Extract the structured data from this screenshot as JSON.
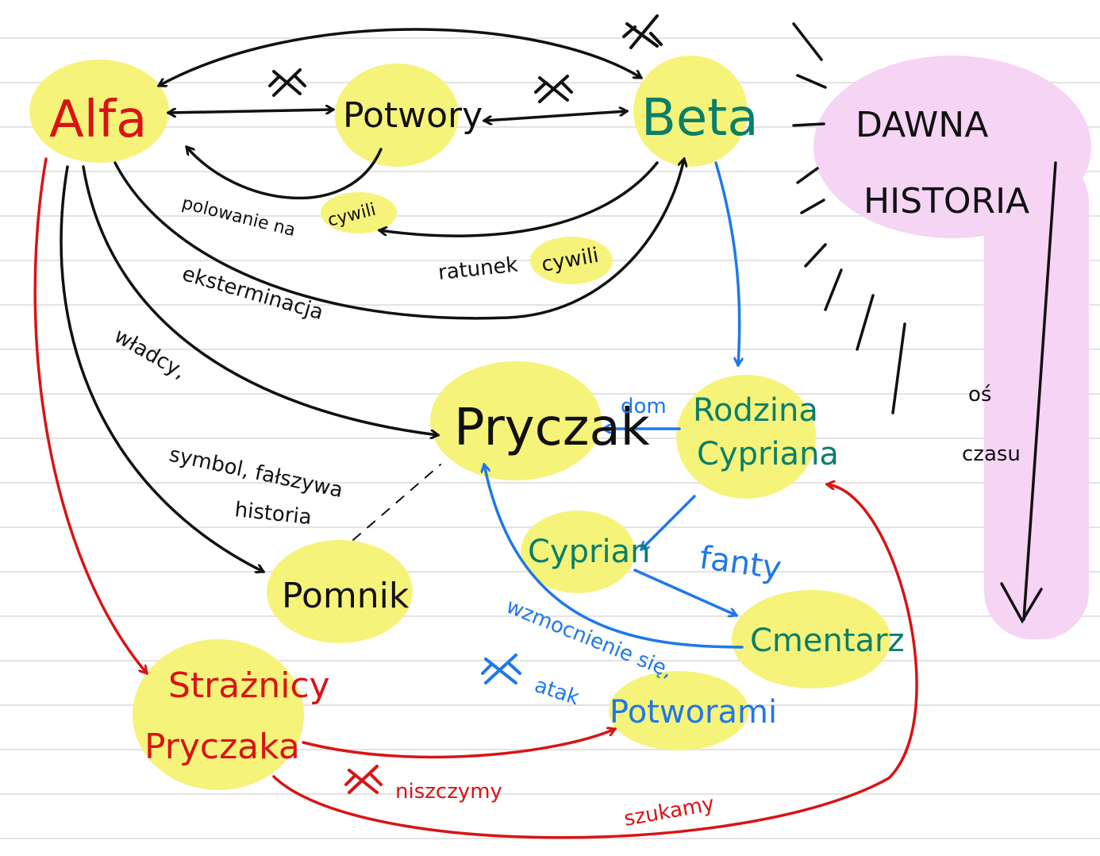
{
  "colors": {
    "black": "#111111",
    "red": "#d81414",
    "blue": "#1f78e8",
    "teal": "#0a7f6a",
    "highlight": "#f6f37a",
    "pink": "#f6d4f4",
    "ruled_line": "#e3e3e3"
  },
  "nodes": {
    "alfa": "Alfa",
    "potwory": "Potwory",
    "beta": "Beta",
    "pryczak": "Pryczak",
    "pomnik": "Pomnik",
    "rodzina_line1": "Rodzina",
    "rodzina_line2": "Cypriana",
    "cyprian": "Cyprian",
    "cmentarz": "Cmentarz",
    "straznicy_line1": "Strażnicy",
    "straznicy_line2": "Pryczaka",
    "potworami": "Potworami"
  },
  "history": {
    "line1": "DAWNA",
    "line2": "HISTORIA",
    "axis_line1": "oś",
    "axis_line2": "czasu"
  },
  "labels": {
    "polowanie": "polowanie na",
    "polowanie_hl": "cywili",
    "ratunek": "ratunek",
    "ratunek_hl": "cywili",
    "eksterminacja": "eksterminacja",
    "wladcy": "władcy,",
    "symbol": "symbol, fałszywa",
    "historia": "historia",
    "dom": "dom",
    "fanty": "fanty",
    "wzmocnienie": "wzmocnienie się,",
    "atak": "atak",
    "niszczymy": "niszczymy",
    "szukamy": "szukamy"
  },
  "icons": [
    "crossed-swords-icon"
  ]
}
